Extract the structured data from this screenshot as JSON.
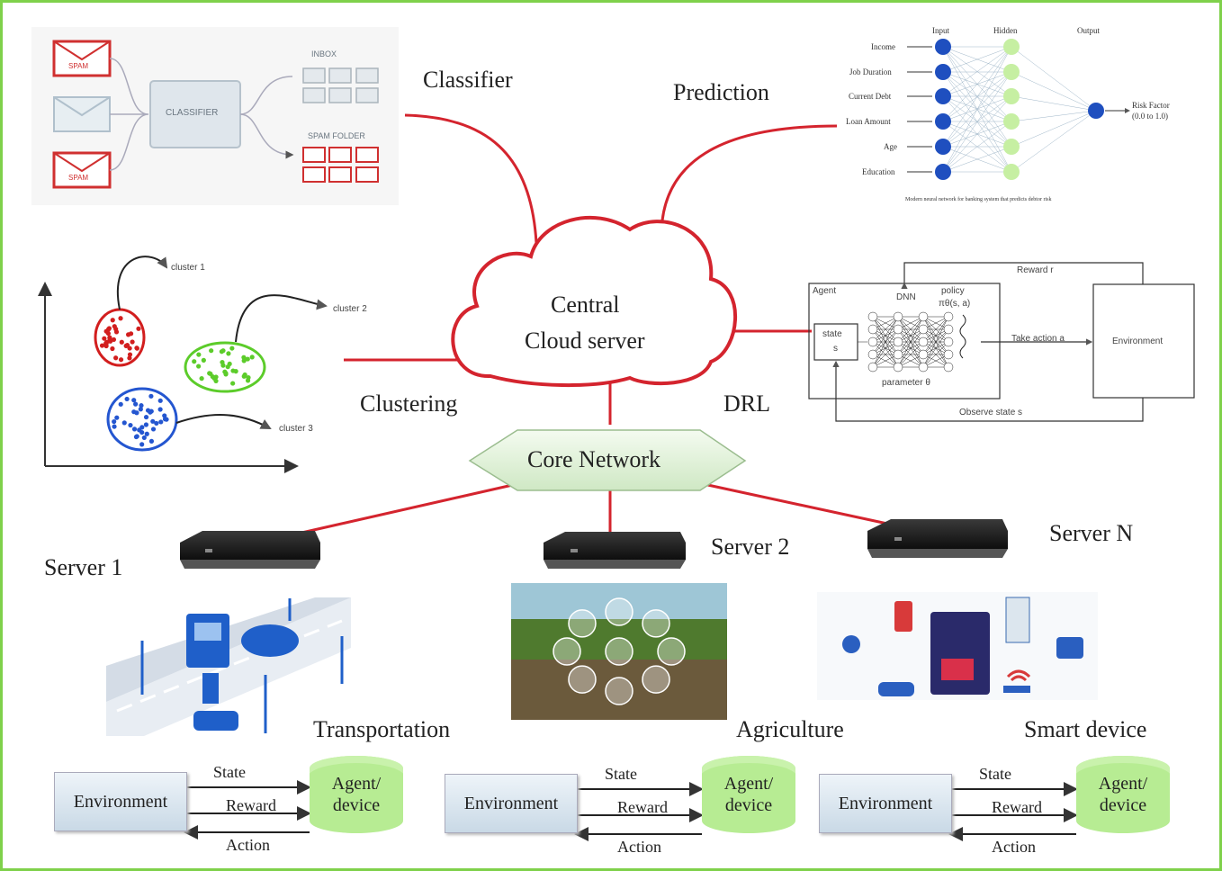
{
  "labels": {
    "classifier": "Classifier",
    "prediction": "Prediction",
    "clustering": "Clustering",
    "drl": "DRL",
    "cloud_line1": "Central",
    "cloud_line2": "Cloud server",
    "core_network": "Core Network",
    "server1": "Server 1",
    "server2": "Server 2",
    "serverN": "Server N",
    "transportation": "Transportation",
    "agriculture": "Agriculture",
    "smart_device": "Smart device"
  },
  "classifier_panel": {
    "spam": "SPAM",
    "classifier": "CLASSIFIER",
    "inbox": "INBOX",
    "spam_folder": "SPAM FOLDER"
  },
  "prediction_panel": {
    "input": "Input",
    "hidden": "Hidden",
    "output": "Output",
    "inputs": [
      "Income",
      "Job Duration",
      "Current Debt",
      "Loan Amount",
      "Age",
      "Education"
    ],
    "risk_factor": "Risk Factor",
    "risk_range": "(0.0 to 1.0)",
    "caption": "Modern neural network for banking system that predicts debtor risk"
  },
  "clustering_panel": {
    "cluster1": "cluster 1",
    "cluster2": "cluster 2",
    "cluster3": "cluster 3"
  },
  "drl_panel": {
    "reward": "Reward r",
    "agent": "Agent",
    "dnn": "DNN",
    "policy": "policy",
    "policy_fn": "πθ(s, a)",
    "state": "state",
    "state_var": "s",
    "parameter": "parameter θ",
    "take_action": "Take action a",
    "environment": "Environment",
    "observe": "Observe state s"
  },
  "loops": [
    {
      "environment": "Environment",
      "state": "State",
      "reward": "Reward",
      "action": "Action",
      "agent_line1": "Agent/",
      "agent_line2": "device"
    },
    {
      "environment": "Environment",
      "state": "State",
      "reward": "Reward",
      "action": "Action",
      "agent_line1": "Agent/",
      "agent_line2": "device"
    },
    {
      "environment": "Environment",
      "state": "State",
      "reward": "Reward",
      "action": "Action",
      "agent_line1": "Agent/",
      "agent_line2": "device"
    }
  ],
  "colors": {
    "border": "#7fd14b",
    "link_red": "#d4242e",
    "cloud_red": "#d4242e",
    "agent_green": "#b7ec93",
    "node_blue": "#1f4fbf",
    "node_green": "#c6efa2"
  }
}
